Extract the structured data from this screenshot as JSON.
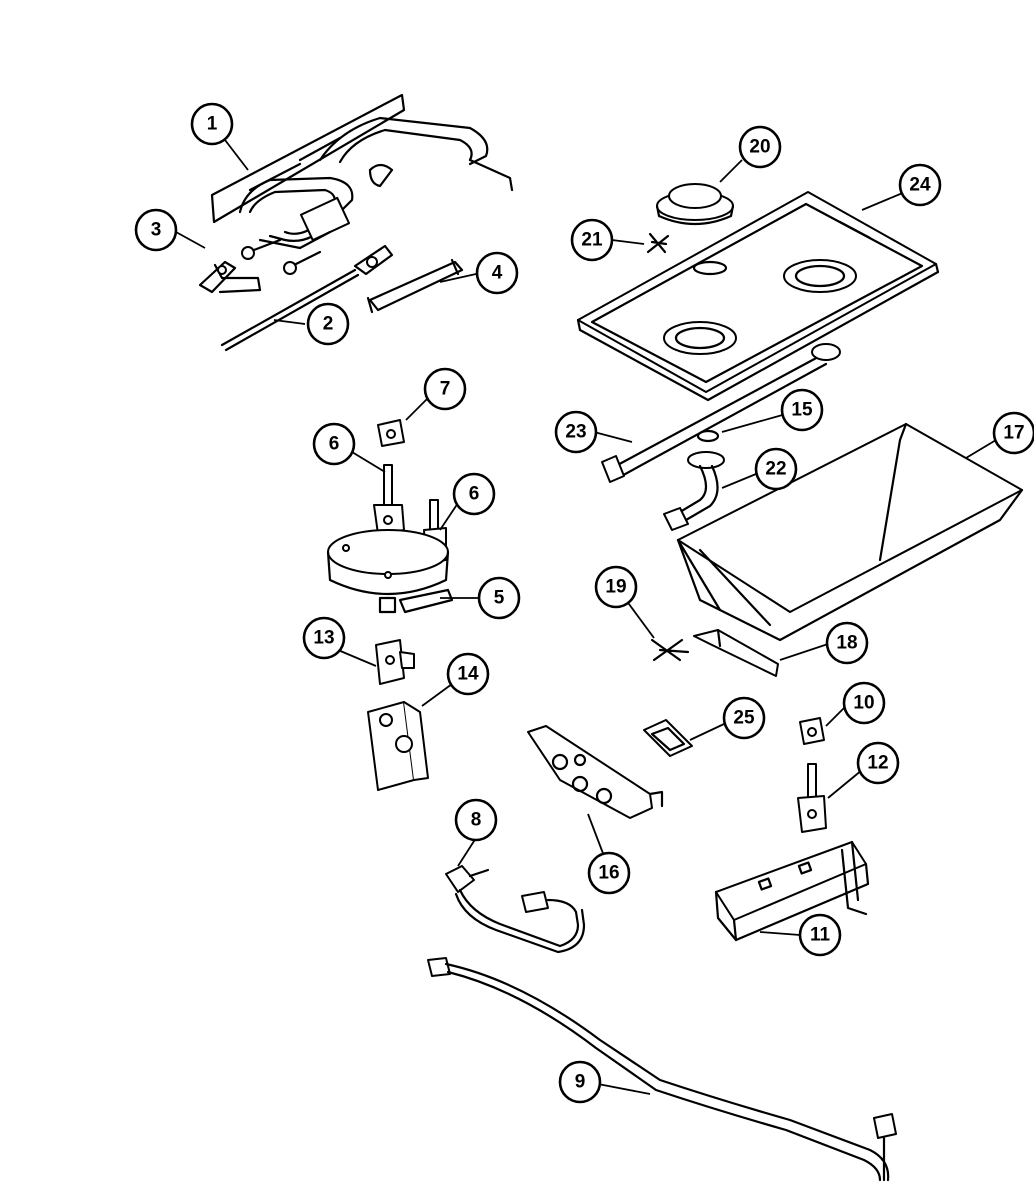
{
  "callouts": [
    {
      "id": "1",
      "label": "1"
    },
    {
      "id": "2",
      "label": "2"
    },
    {
      "id": "3",
      "label": "3"
    },
    {
      "id": "4",
      "label": "4"
    },
    {
      "id": "5",
      "label": "5"
    },
    {
      "id": "6a",
      "label": "6"
    },
    {
      "id": "6b",
      "label": "6"
    },
    {
      "id": "7",
      "label": "7"
    },
    {
      "id": "8",
      "label": "8"
    },
    {
      "id": "9",
      "label": "9"
    },
    {
      "id": "10",
      "label": "10"
    },
    {
      "id": "11",
      "label": "11"
    },
    {
      "id": "12",
      "label": "12"
    },
    {
      "id": "13",
      "label": "13"
    },
    {
      "id": "14",
      "label": "14"
    },
    {
      "id": "15",
      "label": "15"
    },
    {
      "id": "16",
      "label": "16"
    },
    {
      "id": "17",
      "label": "17"
    },
    {
      "id": "18",
      "label": "18"
    },
    {
      "id": "19",
      "label": "19"
    },
    {
      "id": "20",
      "label": "20"
    },
    {
      "id": "21",
      "label": "21"
    },
    {
      "id": "22",
      "label": "22"
    },
    {
      "id": "23",
      "label": "23"
    },
    {
      "id": "24",
      "label": "24"
    },
    {
      "id": "25",
      "label": "25"
    }
  ]
}
